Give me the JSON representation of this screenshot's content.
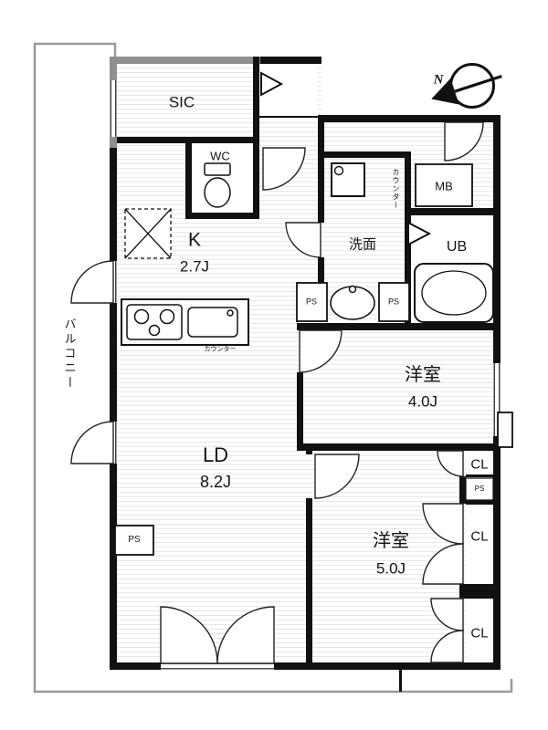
{
  "floorplan": {
    "compass": {
      "label": "N"
    },
    "balcony": {
      "label": "バルコニー"
    },
    "rooms": {
      "sic": {
        "label": "SIC"
      },
      "wc": {
        "label": "WC"
      },
      "kitchen": {
        "label": "K",
        "size": "2.7J",
        "counter_label": "カウンター"
      },
      "washroom": {
        "label": "洗面",
        "counter_label": "カウンター"
      },
      "meter_box": {
        "label": "MB"
      },
      "unit_bath": {
        "label": "UB"
      },
      "bedroom_1": {
        "label": "洋室",
        "size": "4.0J"
      },
      "living_dining": {
        "label": "LD",
        "size": "8.2J"
      },
      "bedroom_2": {
        "label": "洋室",
        "size": "5.0J"
      },
      "closet_1": {
        "label": "CL"
      },
      "closet_2": {
        "label": "CL"
      },
      "closet_3": {
        "label": "CL"
      }
    },
    "pipe_spaces": {
      "ps_washroom_left": {
        "label": "PS"
      },
      "ps_washroom_right": {
        "label": "PS"
      },
      "ps_living": {
        "label": "PS"
      },
      "ps_closet": {
        "label": "PS"
      }
    }
  }
}
